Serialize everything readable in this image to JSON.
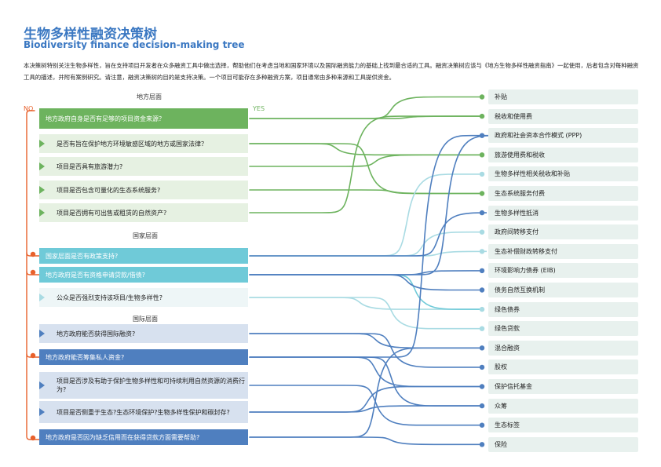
{
  "header": {
    "title_zh": "生物多样性融资决策树",
    "title_en": "Biodiversity finance decision-making tree",
    "intro": "本决策树特别关注生物多样性，旨在支持项目开发者在众多融资工具中做出选择，帮助他们在考虑当地和国家环境以及国际融资能力的基础上找到最合适的工具。融资决策树应该与《地方生物多样性融资指南》一起使用，后者包含对每种融资工具的描述，并附有案例研究。请注意，融资决策树的目的是支持决策。一个项目可能存在多种融资方案，项目通常由多种来源和工具提供资金。"
  },
  "labels": {
    "no": "NO",
    "yes": "YES"
  },
  "sections": {
    "local": "地方层面",
    "national": "国家层面",
    "international": "国际层面"
  },
  "colors": {
    "green": "#6db35e",
    "cyan": "#6fcad8",
    "light_cyan": "#a9dbe3",
    "blue": "#4f7fbf",
    "orange": "#e8612c",
    "title": "#3b78c2"
  },
  "questions": [
    {
      "label": "地方政府自身是否有足够的项目资金来源？",
      "kind": "main",
      "color": "green"
    },
    {
      "label": "是否有旨在保护地方环境敏感区域的地方或国家法律？",
      "kind": "sub",
      "color": "green"
    },
    {
      "label": "项目是否具有旅游潜力?",
      "kind": "sub",
      "color": "green"
    },
    {
      "label": "项目是否包含可量化的生态系统服务?",
      "kind": "sub",
      "color": "green"
    },
    {
      "label": "项目是否拥有可出售或租赁的自然资产?",
      "kind": "sub",
      "color": "green"
    },
    {
      "label": "国家层面是否有政策支持?",
      "kind": "main",
      "color": "cyan"
    },
    {
      "label": "地方政府是否有资格申请贷款/借债?",
      "kind": "main",
      "color": "cyan"
    },
    {
      "label": "公众是否强烈支持该项目/生物多样性?",
      "kind": "sub",
      "color": "light_cyan"
    },
    {
      "label": "地方政府能否获得国际融资?",
      "kind": "sub",
      "color": "blue"
    },
    {
      "label": "地方政府能否筹集私人资金?",
      "kind": "main",
      "color": "blue"
    },
    {
      "label": "项目是否涉及有助于保护生物多样性和可持续利用自然资源的消费行为?",
      "kind": "sub",
      "color": "blue"
    },
    {
      "label": "项目是否侧重于生态?生态环境保护?生物多样性保护和碳封存?",
      "kind": "sub",
      "color": "blue"
    },
    {
      "label": "地方政府是否因为缺乏信用而在获得贷款方面需要帮助?",
      "kind": "main",
      "color": "blue"
    }
  ],
  "outcomes": [
    {
      "label": "补贴",
      "color": "green"
    },
    {
      "label": "税收和使用费",
      "color": "green"
    },
    {
      "label": "政府和社会资本合作模式 (PPP)",
      "color": "blue"
    },
    {
      "label": "旅游使用费和税收",
      "color": "green"
    },
    {
      "label": "生物多样性相关税收和补贴",
      "color": "light_cyan"
    },
    {
      "label": "生态系统服务付费",
      "color": "green"
    },
    {
      "label": "生物多样性抵消",
      "color": "blue"
    },
    {
      "label": "政府间转移支付",
      "color": "light_cyan"
    },
    {
      "label": "生态补偿财政转移支付",
      "color": "light_cyan"
    },
    {
      "label": "环境影响力债券 (EIB)",
      "color": "blue"
    },
    {
      "label": "债务自然互换机制",
      "color": "blue"
    },
    {
      "label": "绿色债券",
      "color": "light_cyan"
    },
    {
      "label": "绿色贷款",
      "color": "light_cyan"
    },
    {
      "label": "混合融资",
      "color": "blue"
    },
    {
      "label": "股权",
      "color": "blue"
    },
    {
      "label": "保护信托基金",
      "color": "blue"
    },
    {
      "label": "众筹",
      "color": "blue"
    },
    {
      "label": "生态标签",
      "color": "blue"
    },
    {
      "label": "保险",
      "color": "blue"
    }
  ]
}
